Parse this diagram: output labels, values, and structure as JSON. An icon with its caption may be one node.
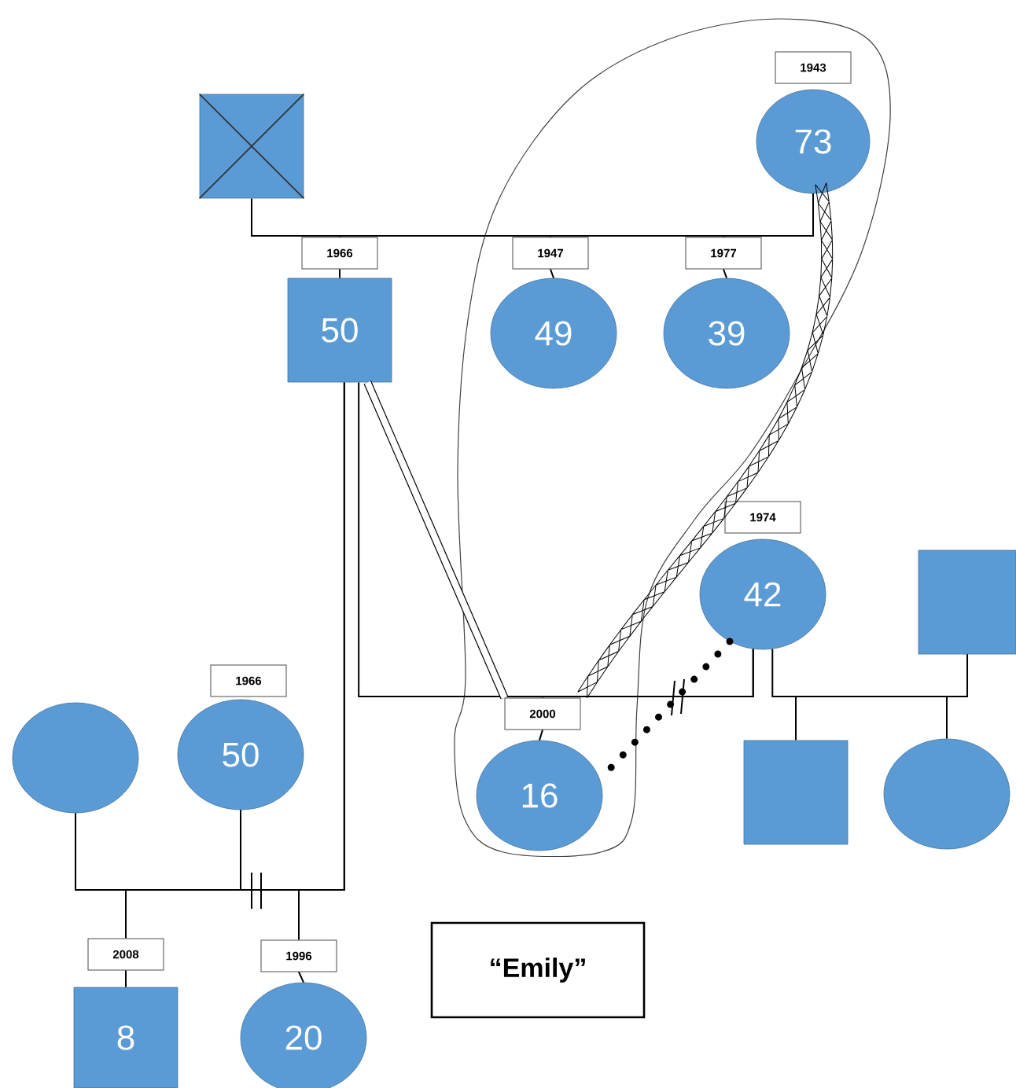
{
  "diagram": {
    "nodes": [
      {
        "text": [],
        "shape": "box"
      },
      {
        "text": [
          "73"
        ],
        "beside": [
          "1943"
        ]
      },
      {
        "text": [
          "50"
        ],
        "beside": [
          "1966"
        ]
      },
      {
        "text": [
          "49"
        ],
        "beside": [
          "1947"
        ]
      },
      {
        "text": [
          "39"
        ],
        "beside": [
          "1977"
        ]
      },
      {
        "text": [
          "42"
        ],
        "beside": [
          "1974"
        ]
      },
      {
        "text": [],
        "shape": "box"
      },
      {
        "text": [
          "16"
        ],
        "beside": [
          "2000"
        ]
      },
      {
        "text": [],
        "shape": "box"
      },
      {
        "text": [],
        "shape": "circle"
      },
      {
        "text": [],
        "shape": "circle"
      },
      {
        "text": [
          "50"
        ],
        "beside": [
          "1966"
        ]
      },
      {
        "text": [
          "8"
        ],
        "beside": [
          "2008"
        ]
      },
      {
        "text": [
          "20"
        ],
        "beside": [
          "1996"
        ]
      },
      {
        "text": [
          "“Emily”"
        ]
      }
    ],
    "edges": [
      {
        "from": 0,
        "to": 1,
        "arrow": "none"
      },
      {
        "from": 1,
        "to": 2,
        "arrow": "none"
      },
      {
        "from": 1,
        "to": 3,
        "arrow": "none"
      },
      {
        "from": 1,
        "to": 4,
        "arrow": "none"
      },
      {
        "from": 2,
        "to": 5,
        "arrow": "none"
      },
      {
        "from": 5,
        "to": 7,
        "arrow": "none"
      },
      {
        "from": 2,
        "to": 7,
        "arrow": "none",
        "style": "thick"
      },
      {
        "from": 1,
        "to": 7,
        "arrow": "none"
      },
      {
        "from": 5,
        "to": 7,
        "arrow": "none",
        "style": "dashed"
      },
      {
        "from": 5,
        "to": 8,
        "arrow": "none"
      },
      {
        "from": 8,
        "to": 6,
        "arrow": "none"
      },
      {
        "from": 8,
        "to": 10,
        "arrow": "none"
      },
      {
        "from": 2,
        "to": 11,
        "arrow": "none"
      },
      {
        "from": 9,
        "to": 11,
        "arrow": "none"
      },
      {
        "from": 9,
        "to": 12,
        "arrow": "none"
      },
      {
        "from": 2,
        "to": 13,
        "arrow": "none"
      }
    ]
  }
}
